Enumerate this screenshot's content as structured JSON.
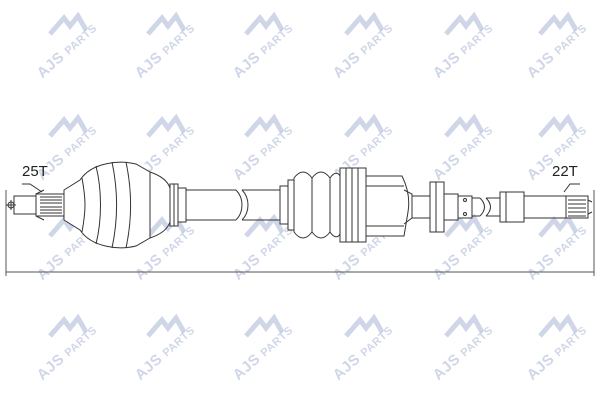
{
  "splines": {
    "left": "25T",
    "right": "22T"
  },
  "watermark": {
    "brand": "AJS",
    "suffix": "PARTS",
    "color": "#2a4a9b"
  },
  "colors": {
    "line": "#333333"
  }
}
